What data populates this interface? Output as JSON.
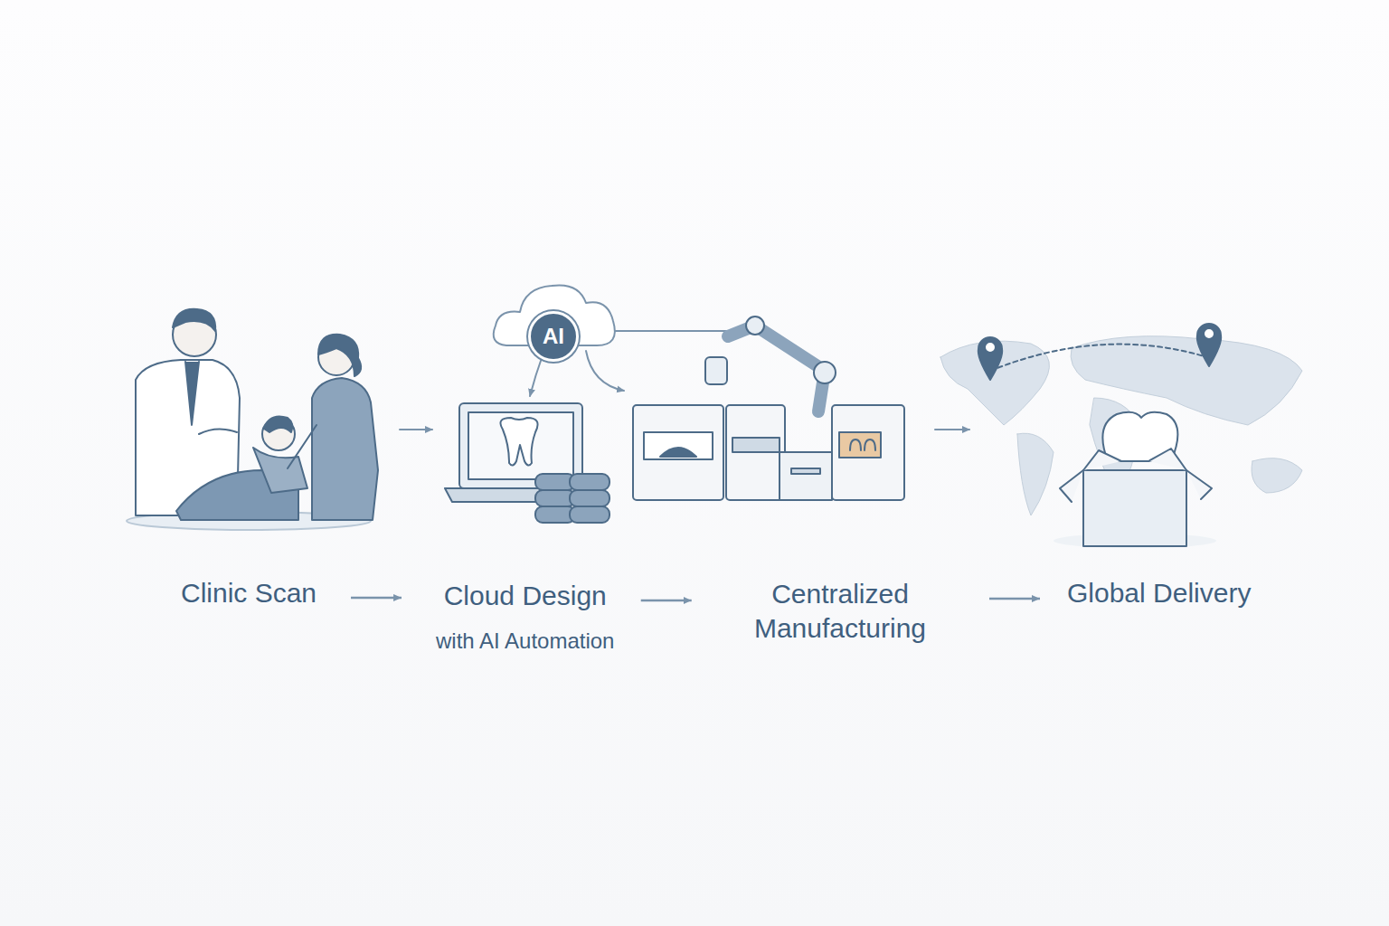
{
  "diagram": {
    "nodes": [
      {
        "text": [
          "Clinic Scan"
        ]
      },
      {
        "text": [
          "Cloud Design",
          "with AI Automation"
        ]
      },
      {
        "text": [
          "Centralized Manufacturing"
        ]
      },
      {
        "text": [
          "Global Delivery"
        ]
      },
      {
        "text": [
          "AI"
        ]
      }
    ],
    "edges": [
      {
        "from": 0,
        "to": 1,
        "arrow": "to"
      },
      {
        "from": 1,
        "to": 2,
        "arrow": "to"
      },
      {
        "from": 2,
        "to": 3,
        "arrow": "to"
      }
    ]
  }
}
